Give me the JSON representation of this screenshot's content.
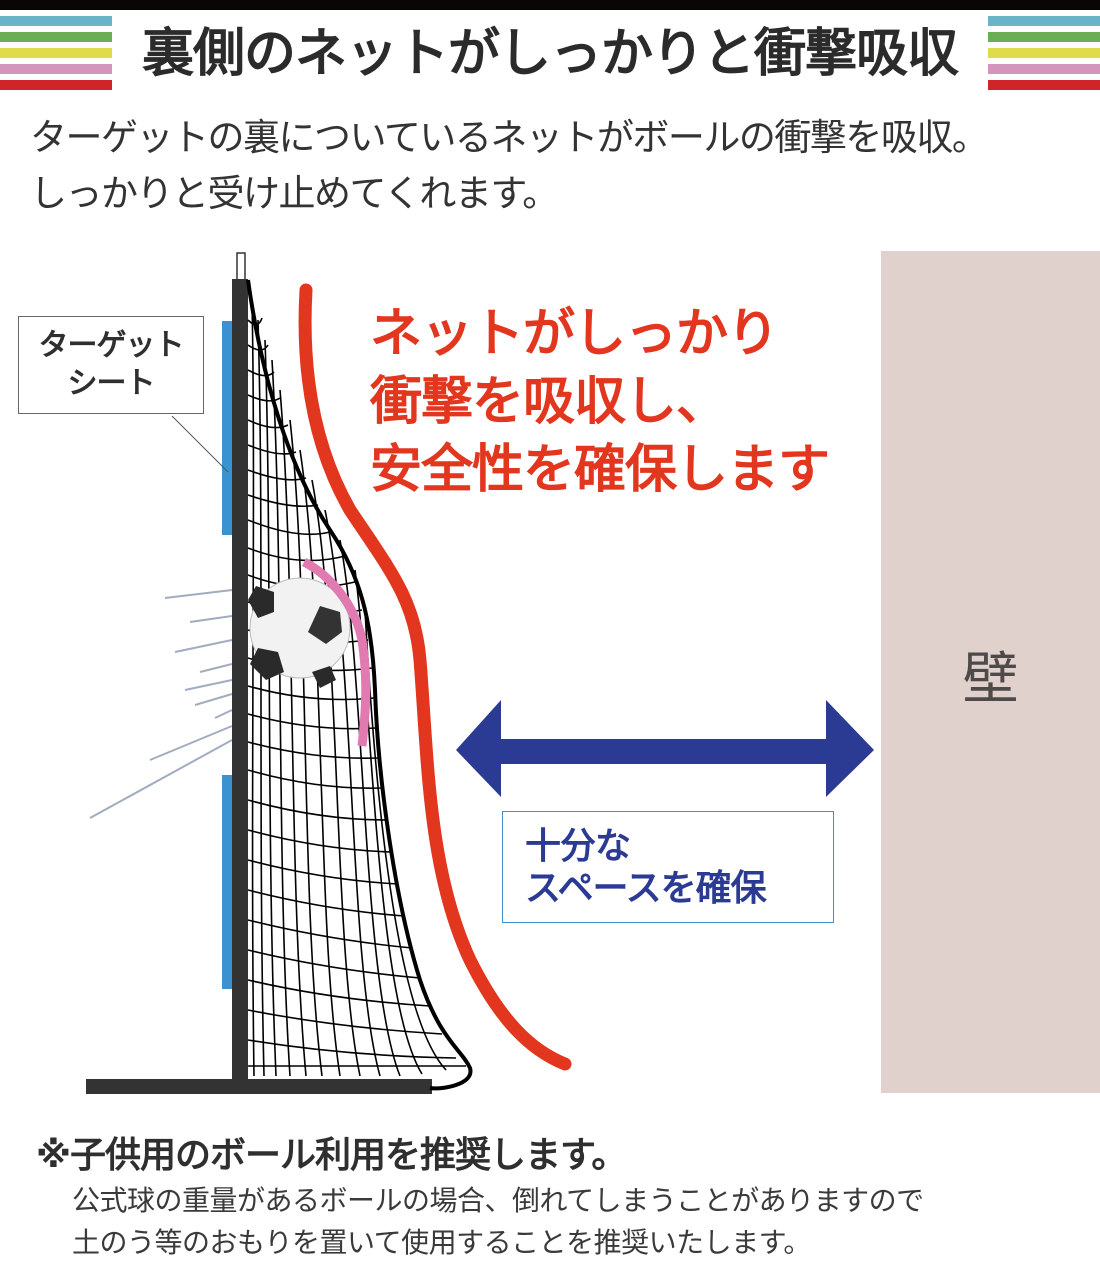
{
  "header": {
    "title": "裏側のネットがしっかりと衝撃吸収",
    "stripe_colors": [
      "#6ab4c8",
      "#6aaf55",
      "#dfdb4b",
      "#d395bb",
      "#d0232a"
    ],
    "bar_color": "#0a0606"
  },
  "intro": {
    "lines": [
      "ターゲットの裏についているネットがボールの衝撃を吸収。",
      "しっかりと受け止めてくれます。"
    ]
  },
  "diagram": {
    "target_sheet_label": [
      "ターゲット",
      "シート"
    ],
    "net_message": [
      "ネットがしっかり",
      "衝撃を吸収し、",
      "安全性を確保します"
    ],
    "space_label": [
      "十分な",
      "スペースを確保"
    ],
    "wall_label": "壁",
    "colors": {
      "net_message": "#e3361f",
      "red_curve": "#e3361f",
      "arrow": "#2b3a93",
      "space_box_border": "#3f8fd0",
      "wall": "#e0d1cd",
      "target_sheet": "#3a93d0",
      "impact_highlight": "#e07ab0",
      "pole": "#333333"
    }
  },
  "note": {
    "heading": "※子供用のボール利用を推奨します。",
    "lines": [
      "公式球の重量があるボールの場合、倒れてしまうことがありますので",
      "土のう等のおもりを置いて使用することを推奨いたします。"
    ]
  }
}
